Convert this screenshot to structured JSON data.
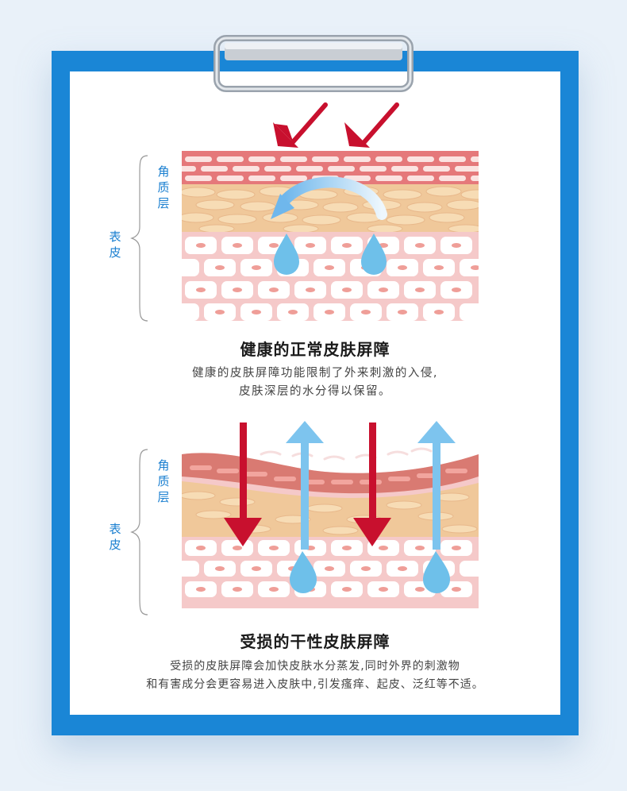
{
  "section1": {
    "label_stratum": "角质层",
    "label_epidermis": "表皮",
    "title": "健康的正常皮肤屏障",
    "desc_line1": "健康的皮肤屏障功能限制了外来刺激的入侵,",
    "desc_line2": "皮肤深层的水分得以保留。"
  },
  "section2": {
    "label_stratum": "角质层",
    "label_epidermis": "表皮",
    "title": "受损的干性皮肤屏障",
    "desc_line1": "受损的皮肤屏障会加快皮肤水分蒸发,同时外界的刺激物",
    "desc_line2": "和有害成分会更容易进入皮肤中,引发瘙痒、起皮、泛红等不适。"
  },
  "colors": {
    "board": "#1a86d6",
    "label": "#1a7fd0",
    "red_arrow": "#c8102e",
    "blue_arrow": "#7dc4ee",
    "water_drop": "#6ec0ea"
  }
}
